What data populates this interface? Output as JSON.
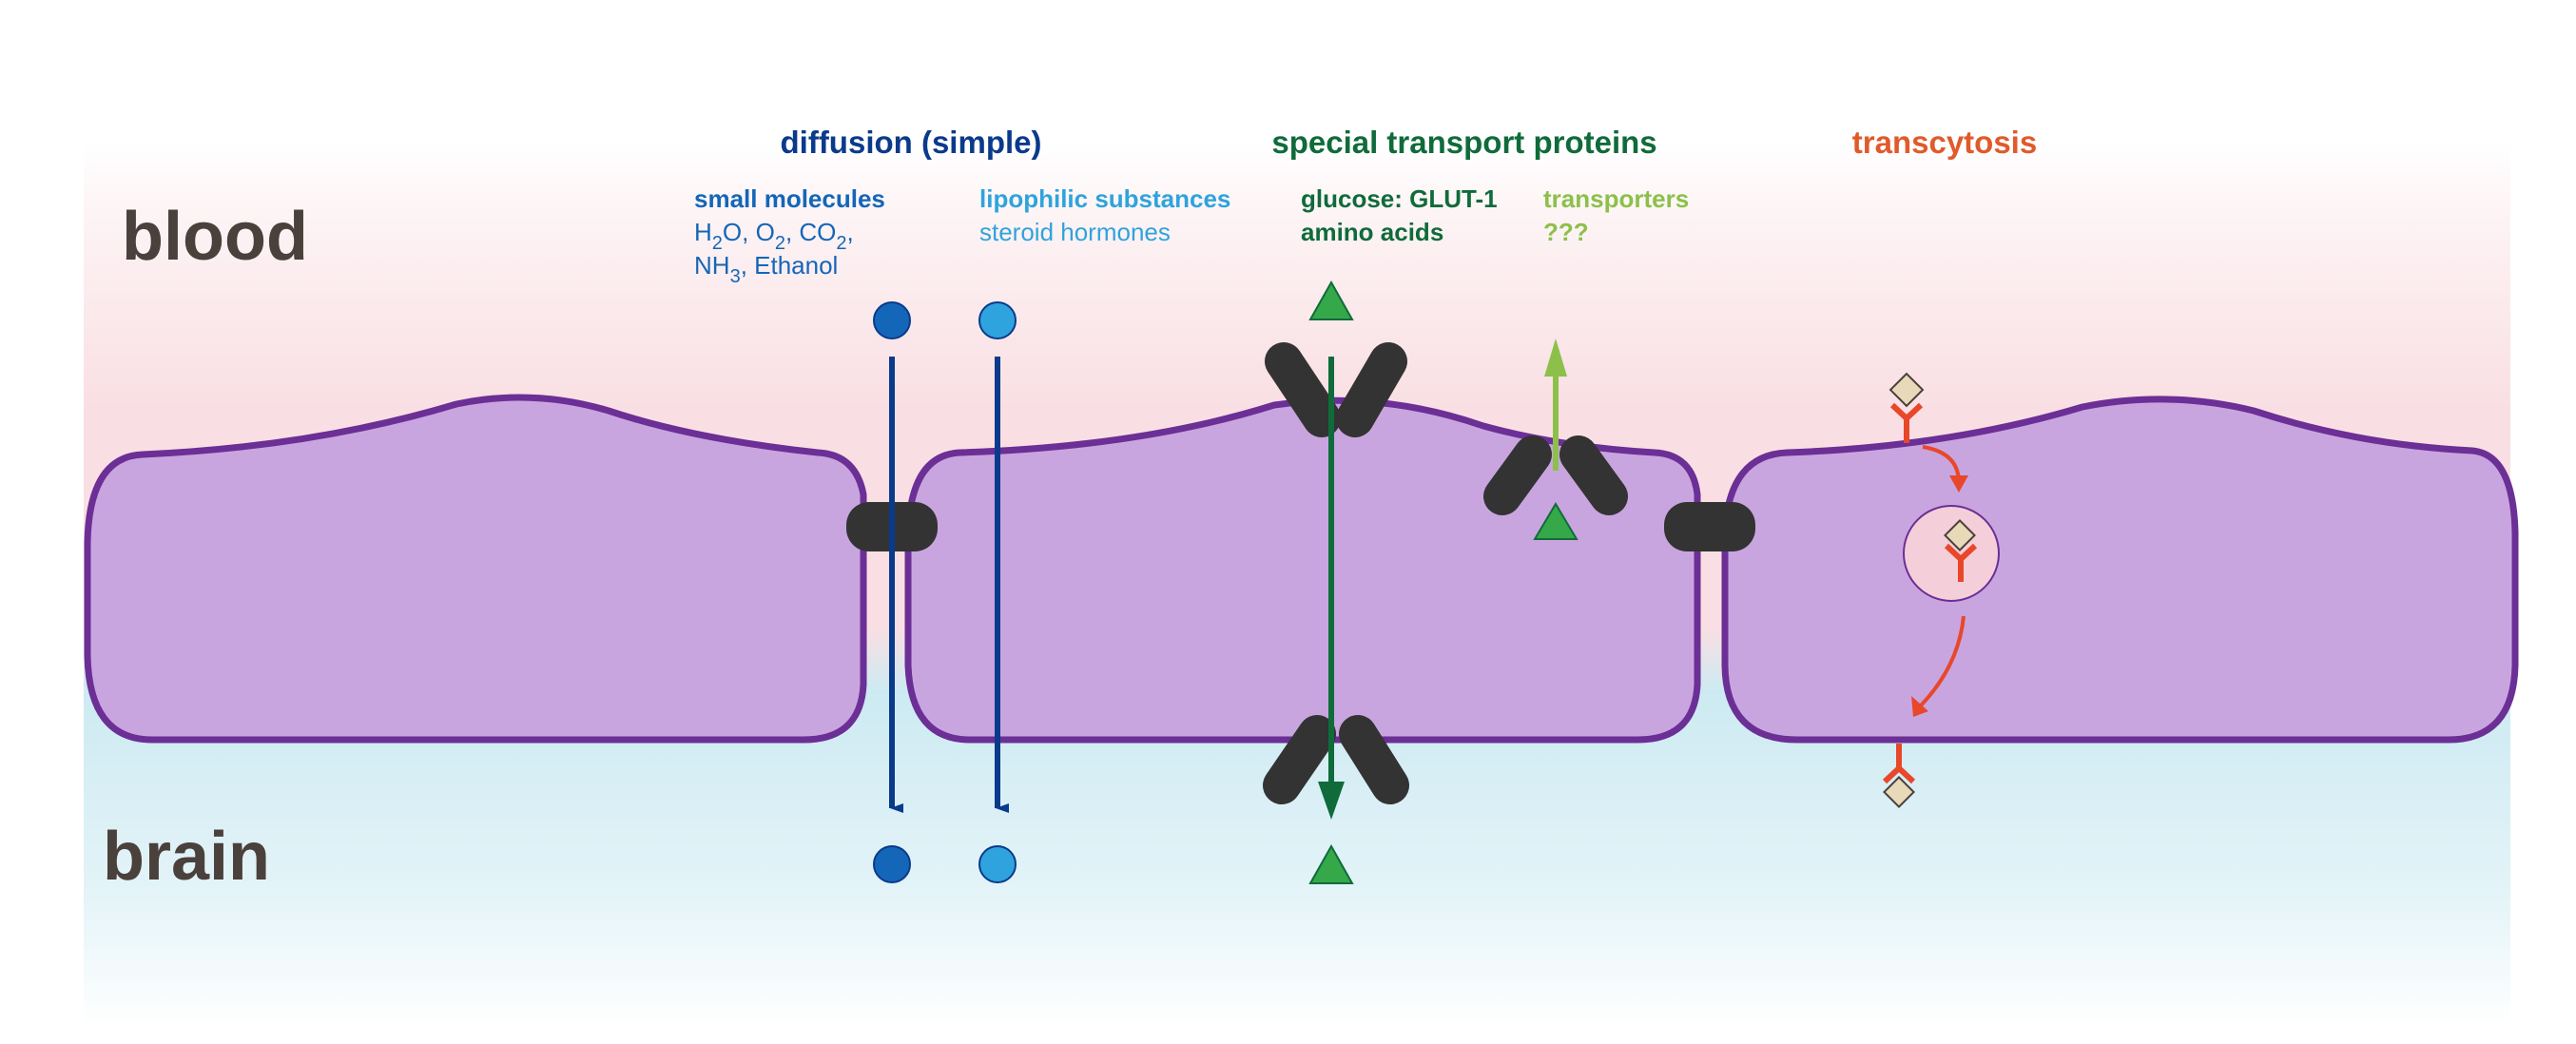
{
  "regions": {
    "blood": "blood",
    "brain": "brain"
  },
  "headings": {
    "diffusion": "diffusion (simple)",
    "special": "special transport proteins",
    "transcytosis": "transcytosis"
  },
  "labels": {
    "small_molecules": "small molecules",
    "small_line1": {
      "a": "H",
      "b": "2",
      "c": "O, O",
      "d": "2",
      "e": ", CO",
      "f": "2",
      "g": ","
    },
    "small_line2": {
      "a": "NH",
      "b": "3",
      "c": ", Ethanol"
    },
    "lipophilic": "lipophilic substances",
    "steroid": "steroid hormones",
    "glucose": "glucose: GLUT-1",
    "amino": "amino acids",
    "transporters": "transporters",
    "unknown": "???"
  },
  "colors": {
    "blood_tint": "#f9dfe3",
    "brain_tint": "#cdeaf2",
    "cell_fill": "#c9a5e0",
    "cell_stroke": "#6b2f96",
    "junction": "#333333",
    "diffusion_blue": "#0a3a8c",
    "small_mol_blue": "#1466b8",
    "lipo_blue": "#2fa3dd",
    "special_green": "#0f6b3a",
    "transporter_lime": "#8cc04a",
    "triangle_green": "#35a84a",
    "transcytosis_orange": "#e05a2b",
    "receptor_red": "#e8472a",
    "ligand_fill": "#e8d9b8",
    "region_text": "#4a403c"
  }
}
